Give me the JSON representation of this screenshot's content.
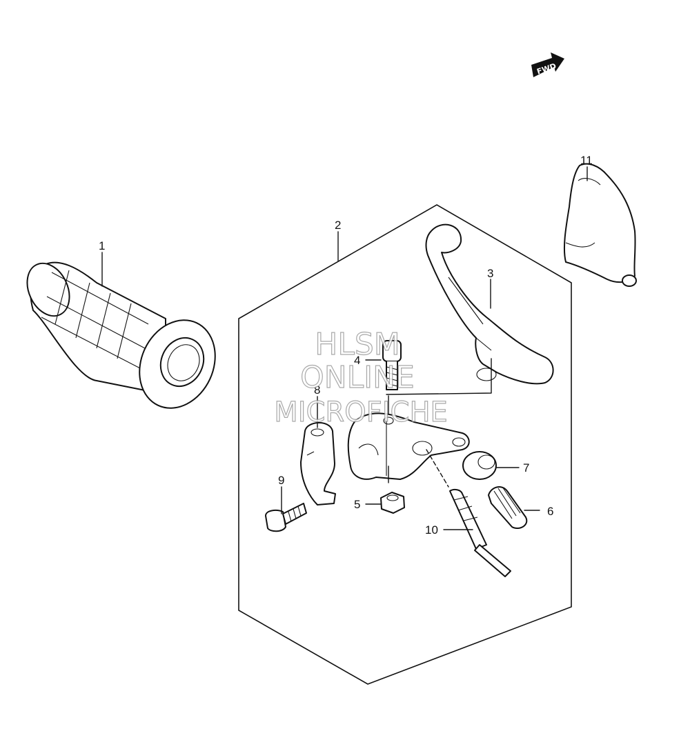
{
  "direction_badge": {
    "label": "FWD"
  },
  "watermark": {
    "line1": "HLSM",
    "line2": "ONLINE",
    "line3": "MICROFICHE"
  },
  "callouts": {
    "c1": "1",
    "c2": "2",
    "c3": "3",
    "c4": "4",
    "c5": "5",
    "c6": "6",
    "c7": "7",
    "c8": "8",
    "c9": "9",
    "c10": "10",
    "c11": "11"
  }
}
